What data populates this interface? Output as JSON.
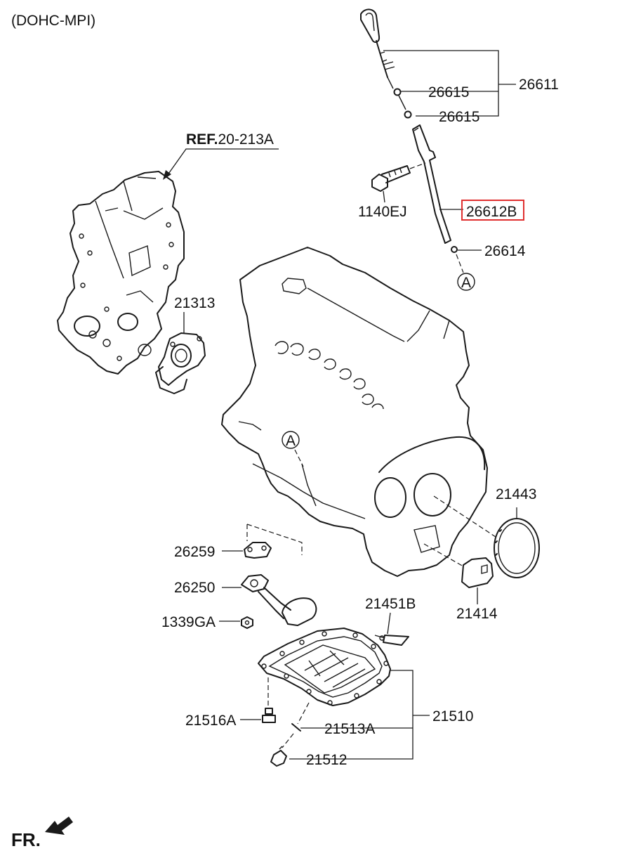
{
  "header": {
    "variant_label": "(DOHC-MPI)"
  },
  "reference": {
    "prefix": "REF.",
    "code": "20-213A"
  },
  "parts": {
    "p26611": "26611",
    "p26615_upper": "26615",
    "p26615_lower": "26615",
    "p1140EJ": "1140EJ",
    "p26612B": "26612B",
    "p26614": "26614",
    "p21313": "21313",
    "p21443": "21443",
    "p26259": "26259",
    "p26250": "26250",
    "p1339GA": "1339GA",
    "p21451B": "21451B",
    "p21414": "21414",
    "p21516A": "21516A",
    "p21513A": "21513A",
    "p21510": "21510",
    "p21512": "21512"
  },
  "markers": {
    "a_top": "A",
    "a_engine": "A"
  },
  "highlight": {
    "part": "26612B",
    "color": "#e03030"
  },
  "orientation": {
    "front_label": "FR."
  }
}
